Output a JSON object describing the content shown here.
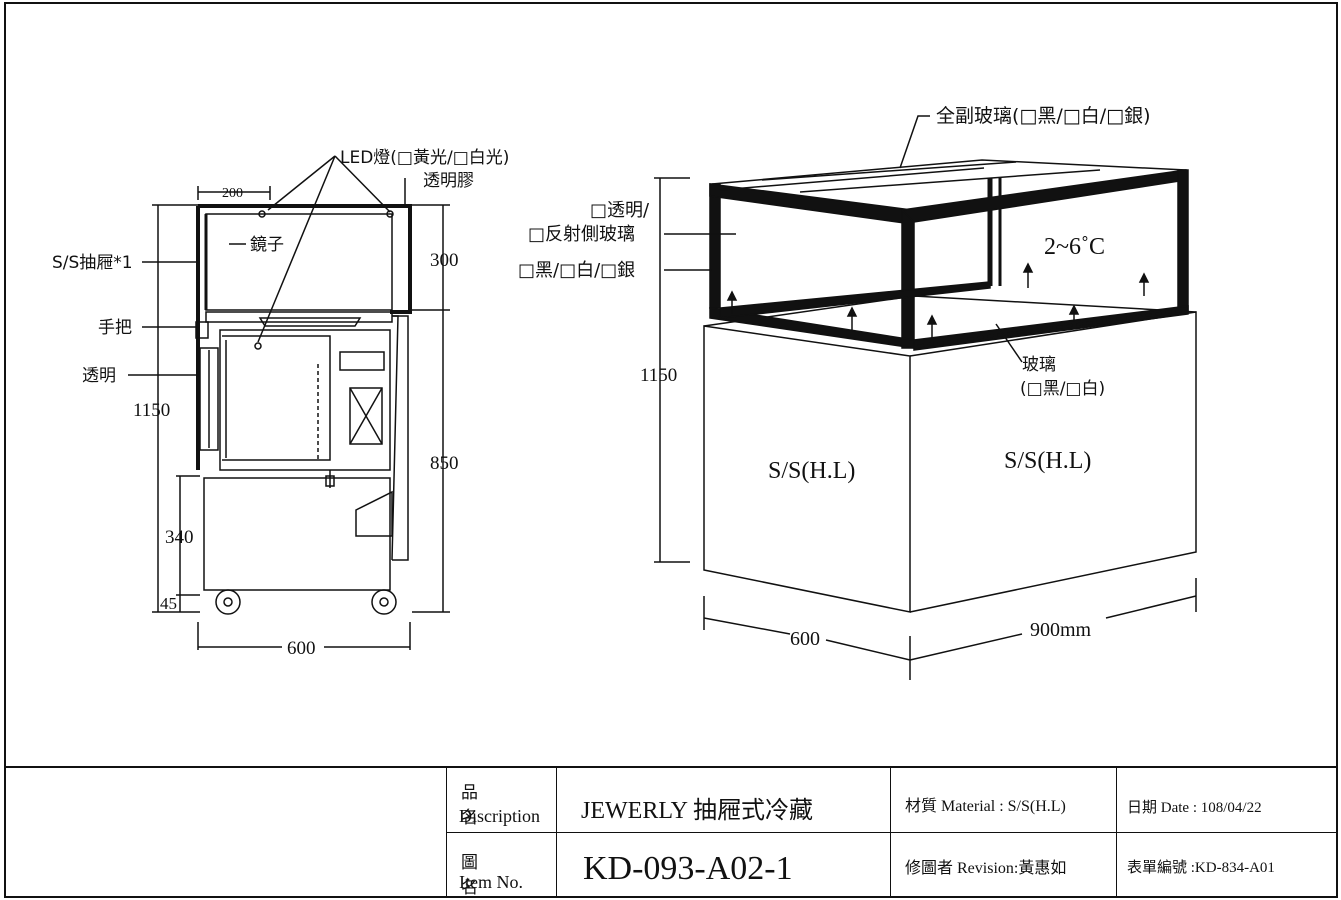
{
  "side_view": {
    "led_label": "LED燈(□黃光/□白光)",
    "glue_label": "透明膠",
    "mirror_label": "鏡子",
    "drawer_label": "S/S抽屜*1",
    "handle_label": "手把",
    "clear_label": "透明",
    "dim_top_width": "200",
    "dim_upper_height": "300",
    "dim_lower_height": "850",
    "dim_total_height": "1150",
    "dim_base_height": "340",
    "dim_wheel_height": "45",
    "dim_depth": "600"
  },
  "perspective_view": {
    "top_glass_label": "全副玻璃(□黑/□白/□銀)",
    "side_glass_label_1": "□透明/",
    "side_glass_label_2": "□反射側玻璃",
    "frame_color_label": "□黑/□白/□銀",
    "temperature": "2~6˚C",
    "glass_label": "玻璃",
    "glass_color_label": "(□黑/□白)",
    "front_panel": "S/S(H.L)",
    "side_panel": "S/S(H.L)",
    "dim_height": "1150",
    "dim_depth": "600",
    "dim_width": "900mm"
  },
  "title_block": {
    "name_cn": "品 名",
    "name_en": "Discription",
    "product_name": "JEWERLY  抽屜式冷藏",
    "material": "材質 Material : S/S(H.L)",
    "date": "日期 Date : 108/04/22",
    "item_cn": "圖 名",
    "item_en": "Item No.",
    "item_no": "KD-093-A02-1",
    "revision": "修圖者 Revision:黃惠如",
    "form_no": "表單編號 :KD-834-A01"
  }
}
